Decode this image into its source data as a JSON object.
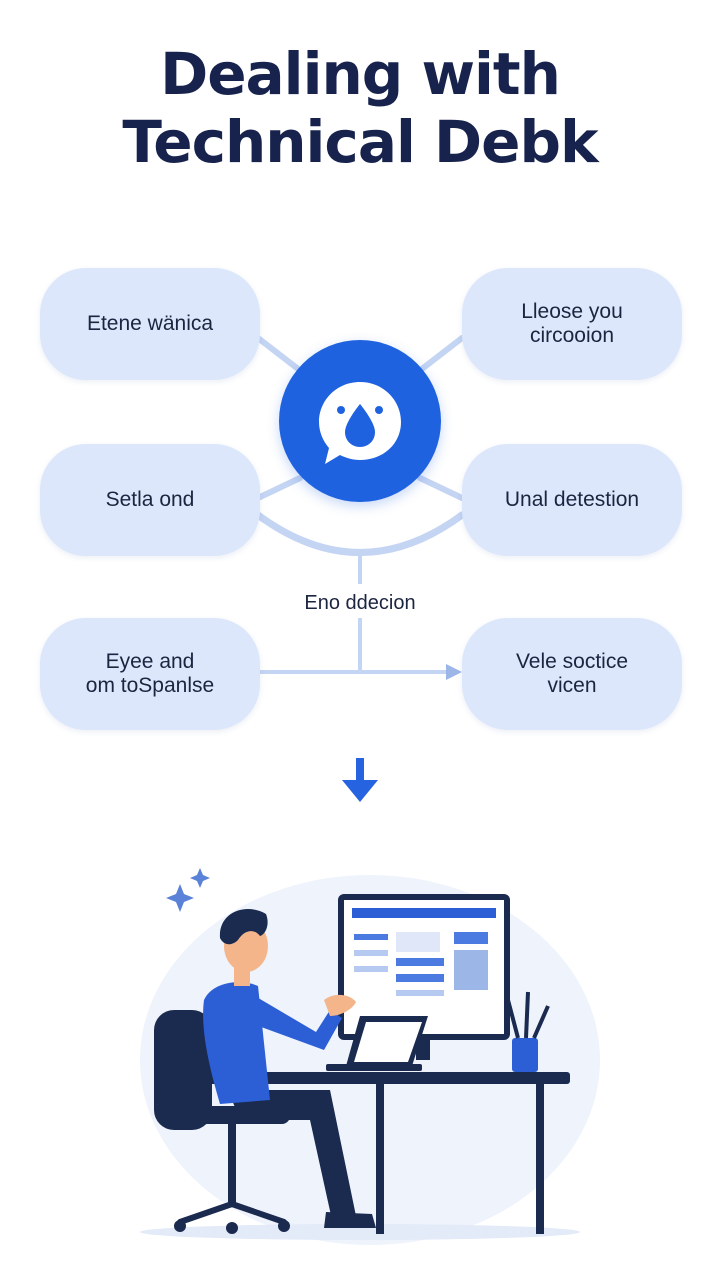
{
  "title": {
    "line1": "Dealing with",
    "line2": "Technical Debk"
  },
  "nodes": {
    "top_left": {
      "lines": [
        "Etene wänica"
      ]
    },
    "top_right": {
      "lines": [
        "Lleose you",
        "circooion"
      ]
    },
    "mid_left": {
      "lines": [
        "Setla ond"
      ]
    },
    "mid_right": {
      "lines": [
        "Unal detestion"
      ]
    },
    "bottom_left": {
      "lines": [
        "Eyee and",
        "om toSpanlse"
      ]
    },
    "bottom_right": {
      "lines": [
        "Vele soctice",
        "vicen"
      ]
    }
  },
  "center_label": "Eno ddecion",
  "icons": {
    "hub": "chat-drop-icon",
    "down_arrow": "arrow-down-icon"
  },
  "colors": {
    "title": "#17234d",
    "accent": "#1f62e0",
    "pill": "#dce7fb",
    "connector": "#c4d4f3"
  }
}
